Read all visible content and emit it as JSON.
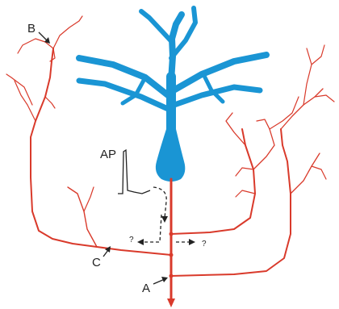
{
  "diagram": {
    "labels": {
      "ap": "AP",
      "a": "A",
      "b": "B",
      "c": "C",
      "unknown": "?"
    },
    "colors": {
      "soma_dendrites": "#1a95d4",
      "axon": "#d93a2b",
      "annotation": "#222222",
      "background": "#ffffff"
    }
  }
}
